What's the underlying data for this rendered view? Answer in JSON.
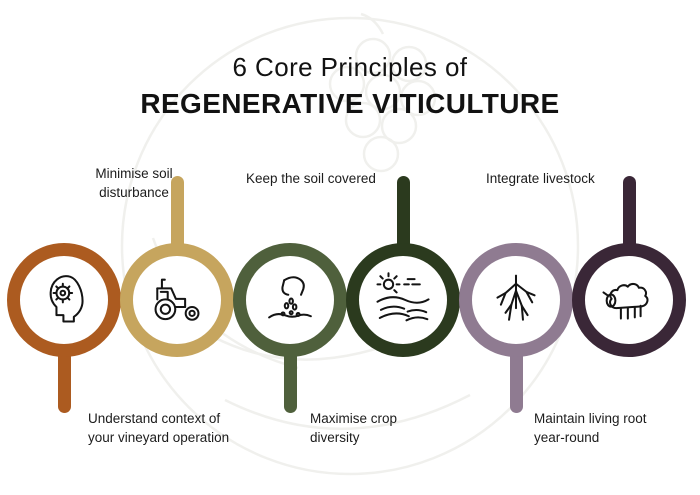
{
  "title": {
    "line1": "6 Core Principles of",
    "line2": "REGENERATIVE VITICULTURE"
  },
  "principles": [
    {
      "label": "Understand context of\nyour vineyard operation",
      "label_position": "below",
      "color": "#AC5B20",
      "icon": "head-gear-icon"
    },
    {
      "label": "Minimise soil\ndisturbance",
      "label_position": "above",
      "color": "#C6A55E",
      "icon": "tractor-icon"
    },
    {
      "label": "Maximise crop\ndiversity",
      "label_position": "below",
      "color": "#4F603C",
      "icon": "seed-hand-icon"
    },
    {
      "label": "Keep the soil covered",
      "label_position": "above",
      "color": "#2B3A1E",
      "icon": "covered-field-icon"
    },
    {
      "label": "Maintain living root\nyear-round",
      "label_position": "below",
      "color": "#8F7B91",
      "icon": "living-roots-icon"
    },
    {
      "label": "Integrate livestock",
      "label_position": "above",
      "color": "#3A2737",
      "icon": "sheep-icon"
    }
  ],
  "watermark_name": "vine-grapes-emblem",
  "colors": {
    "background": "#FFFFFF",
    "title_text": "#121212",
    "label_text": "#1C1C1C",
    "watermark": "#E4E4DF",
    "icon_stroke": "#141414"
  }
}
